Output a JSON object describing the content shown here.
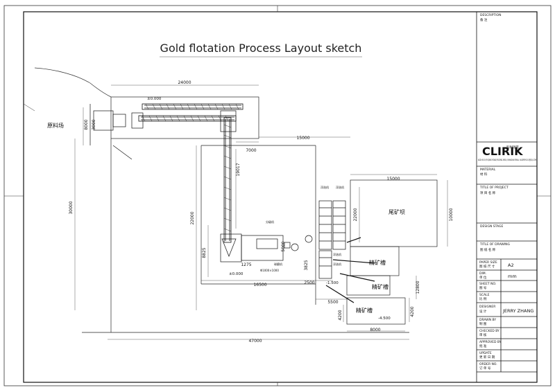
{
  "drawing": {
    "title": "Gold flotation Process Layout sketch",
    "raw_yard_label": "原料场",
    "tailings_label": "尾矿坝",
    "concentrate_tank_1": "精矿槽",
    "concentrate_tank_2": "精矿槽",
    "concentrate_tank_3": "精矿槽",
    "flotation_label_1": "浮选机",
    "flotation_label_2": "浮选机",
    "flotation_label_3": "浮选机",
    "flotation_label_4": "浮选机",
    "ball_mill_label": "球磨机",
    "classifier_label": "分级机",
    "mill_size": "Φ1000×1000",
    "elev_0": "±0.000",
    "elev_1": "±0.000",
    "elev_2": "-1.500",
    "elev_3": "-4.500"
  },
  "dimensions": {
    "d24000": "24000",
    "d8000_left": "8000",
    "d3000": "3000",
    "d30000": "30000",
    "d19017": "19017",
    "d7000": "7000",
    "d15000_top": "15000",
    "d15000_right": "15000",
    "d22000_left": "22000",
    "d22000_mid": "22000",
    "d10000": "10000",
    "d8825": "8825",
    "d1275": "1275",
    "d5000": "5000",
    "d3825": "3825",
    "d16500": "16500",
    "d2500": "2500",
    "d12800": "12800",
    "d5500": "5500",
    "d4200_left": "4200",
    "d4200_right": "4200",
    "d8000_bottom": "8000",
    "d47000": "47000"
  },
  "title_block": {
    "description_label": "DESCRIPTION",
    "description_value": "备 注",
    "company_logo": "CLIRIK",
    "company_cn": "科利瑞克",
    "address": "ADD: NO.19,FUQING ROAD,PUDONG AREA, SHANGHAI EMAIL: VALERRY1013@QQ.COM",
    "material_label": "MATERIAL",
    "material_value": "材 料",
    "project_label": "TITLE OF PROJECT",
    "project_value": "项 目 名 称",
    "stage_label": "DESIGN STAGE",
    "drawing_label": "TITLE OF DRAWING",
    "drawing_value": "图 纸 名 称",
    "paper_size_label": "PAPER SIZE",
    "paper_size_cn": "图 纸 尺 寸",
    "paper_size_value": "A2",
    "dim_label": "DIM.",
    "dim_cn": "单 位",
    "dim_value": "mm",
    "sheet_no_label": "SHEET NO.",
    "sheet_no_cn": "图 号",
    "scale_label": "SCALE",
    "scale_cn": "比 例",
    "designer_label": "DESIGNER",
    "designer_cn": "设 计",
    "designer_value": "JERRY ZHANG",
    "drawn_label": "DRAWN BY",
    "drawn_cn": "制 图",
    "checked_label": "CHECKED BY",
    "checked_cn": "审 核",
    "approved_label": "APPROVED BY",
    "approved_cn": "批 准",
    "update_label": "UPDATE",
    "update_cn": "更 新 日 期",
    "order_label": "ORDER NO.",
    "order_cn": "订 单 号"
  }
}
